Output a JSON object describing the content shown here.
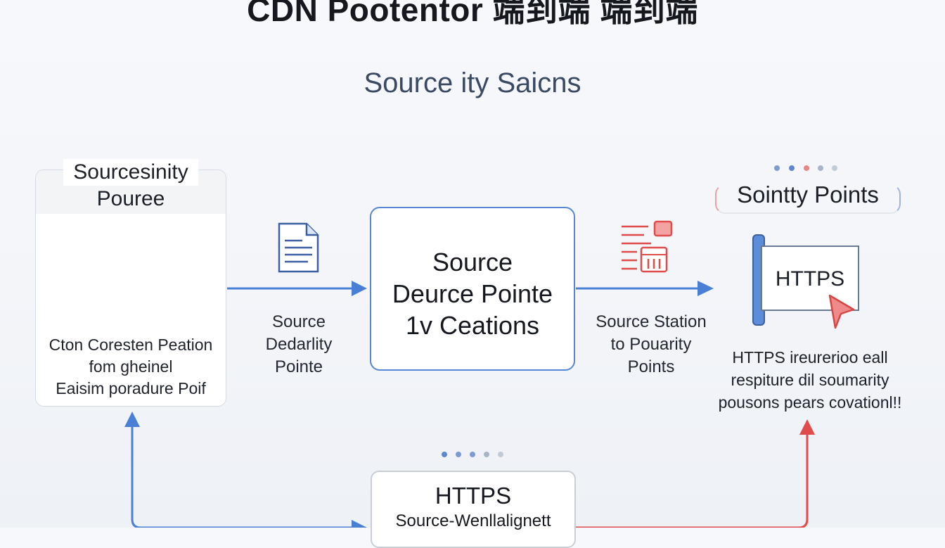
{
  "header": {
    "title": "CDN Pootentor  端到端  端到端",
    "subtitle": "Source ity Saicns"
  },
  "left_card": {
    "title_line1": "Sourcesinity",
    "title_line2": "Pouree",
    "icon": "browser-user-settings-icon",
    "desc_lines": [
      "Cton Coresten Peation",
      "fom gheinel",
      "Eaisim poradure Poif"
    ]
  },
  "edge_left": {
    "icon": "document-icon",
    "label_lines": [
      "Source",
      "Dedarlity",
      "Pointe"
    ]
  },
  "center_box": {
    "lines": [
      "Source",
      "Deurce Pointe",
      "1v Ceations"
    ]
  },
  "edge_right": {
    "icon": "server-list-icon",
    "label_lines": [
      "Source Station",
      "to Pouarity",
      "Points"
    ]
  },
  "right_panel": {
    "title": "Sointty Points",
    "card_label": "HTTPS",
    "desc_lines": [
      "HTTPS ireurerioo eall",
      "respiture dil soumarity",
      "pousons pears covationl!!"
    ]
  },
  "bottom_box": {
    "line1": "HTTPS",
    "line2": "Source-Wenllalignett"
  },
  "colors": {
    "blue_arrow": "#4a7fd6",
    "red_arrow": "#e04b4b",
    "box_border": "#5787d4"
  }
}
